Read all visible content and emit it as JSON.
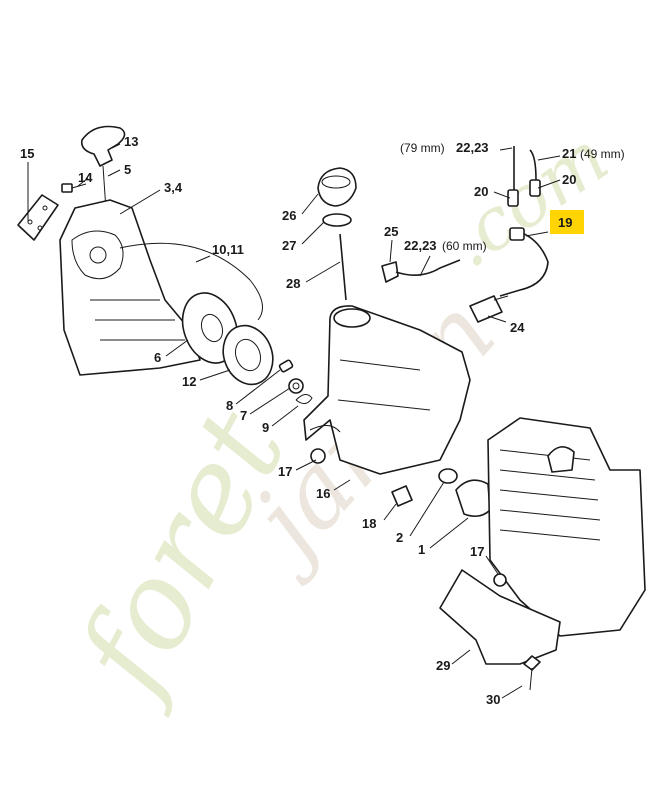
{
  "watermark": {
    "brand": "foret",
    "brand2": "jardin",
    "dot_com": ".com"
  },
  "labels": {
    "p1": "1",
    "p2": "2",
    "p3_4": "3,4",
    "p5": "5",
    "p6": "6",
    "p7": "7",
    "p8": "8",
    "p9": "9",
    "p10_11": "10,11",
    "p12": "12",
    "p13": "13",
    "p14": "14",
    "p15": "15",
    "p16": "16",
    "p17a": "17",
    "p17b": "17",
    "p18": "18",
    "p19": "19",
    "p20a": "20",
    "p20b": "20",
    "p21": "21",
    "p21_note": "(49 mm)",
    "p22_23a": "22,23",
    "p22_23a_note": "(79 mm)",
    "p22_23b": "22,23",
    "p22_23b_note": "(60 mm)",
    "p24": "24",
    "p25": "25",
    "p26": "26",
    "p27": "27",
    "p28": "28",
    "p29": "29",
    "p30": "30"
  },
  "colors": {
    "highlight": "#ffd400",
    "line": "#1a1a1a",
    "watermark_green": "#e6ecd0",
    "watermark_brown": "#ece6de"
  }
}
